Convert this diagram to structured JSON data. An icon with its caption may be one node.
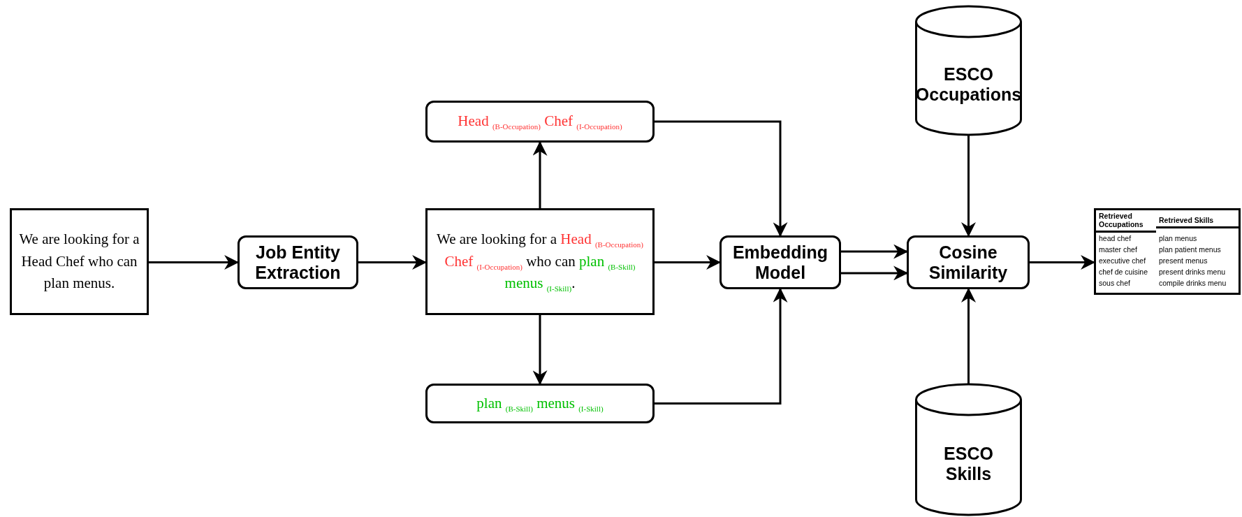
{
  "diagram": {
    "nodes": [
      {
        "text": [
          "We are looking for a Head Chef who can plan menus."
        ]
      },
      {
        "text": [
          "Job Entity Extraction"
        ]
      },
      {
        "text": [
          "We are looking for a Head $_{(B-Occupation)}$ Chef $_{(I-Occupation)}$ who can plan $_{(B-Skill)}$ menus $_{(I-Skill)}$."
        ]
      },
      {
        "text": [
          "Head $_{(B-Occupation)}$ Chef $_{(I-Occupation)}$"
        ]
      },
      {
        "text": [
          "plan $_{(B-Skill)}$ menus $_{(I-Skill)}$"
        ]
      },
      {
        "text": [
          "Embedding Model"
        ]
      },
      {
        "text": [
          "Cosine Similarity"
        ]
      },
      {
        "text": [
          "ESCO Occupations"
        ]
      },
      {
        "text": [
          "ESCO Skills"
        ]
      },
      {
        "text": [
          "Retrieved Occupations",
          "Retrieved Skills",
          "head chef",
          "plan menus",
          "master chef",
          "plan patient menus",
          "executive chef",
          "present menus",
          "chef de cuisine",
          "present drinks menu",
          "sous chef",
          "compile drinks menu"
        ]
      }
    ],
    "edges": [
      {
        "from": 0,
        "to": 1,
        "arrow": "to"
      },
      {
        "from": 1,
        "to": 2,
        "arrow": "to"
      },
      {
        "from": 2,
        "to": 3,
        "arrow": "to"
      },
      {
        "from": 2,
        "to": 4,
        "arrow": "to"
      },
      {
        "from": 2,
        "to": 5,
        "arrow": "to"
      },
      {
        "from": 3,
        "to": 5,
        "arrow": "to"
      },
      {
        "from": 4,
        "to": 5,
        "arrow": "to"
      },
      {
        "from": 5,
        "to": 6,
        "arrow": "to"
      },
      {
        "from": 5,
        "to": 6,
        "arrow": "to"
      },
      {
        "from": 7,
        "to": 6,
        "arrow": "to"
      },
      {
        "from": 8,
        "to": 6,
        "arrow": "to"
      },
      {
        "from": 6,
        "to": 9,
        "arrow": "to"
      }
    ]
  }
}
